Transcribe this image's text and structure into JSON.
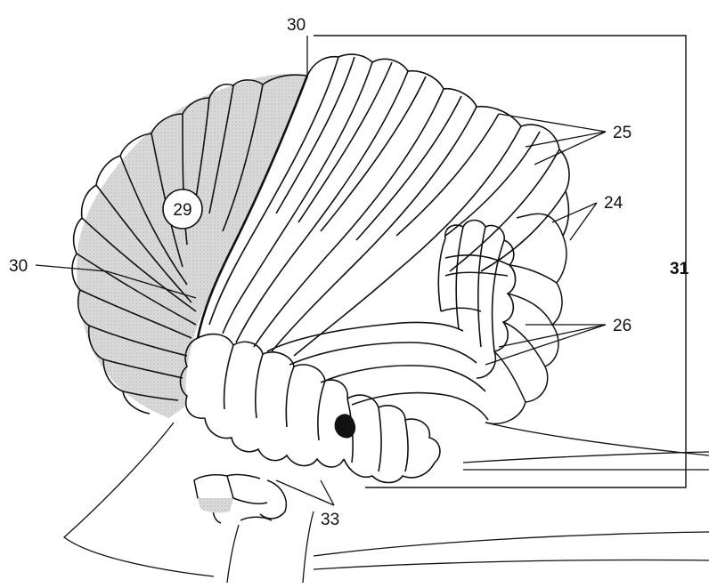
{
  "labels": {
    "l29": "29",
    "l30_top": "30",
    "l30_left": "30",
    "l25": "25",
    "l24": "24",
    "l31": "31",
    "l26": "26",
    "l33": "33"
  },
  "colors": {
    "ink": "#111111",
    "shade": "#d8d8d8",
    "background": "#ffffff"
  }
}
